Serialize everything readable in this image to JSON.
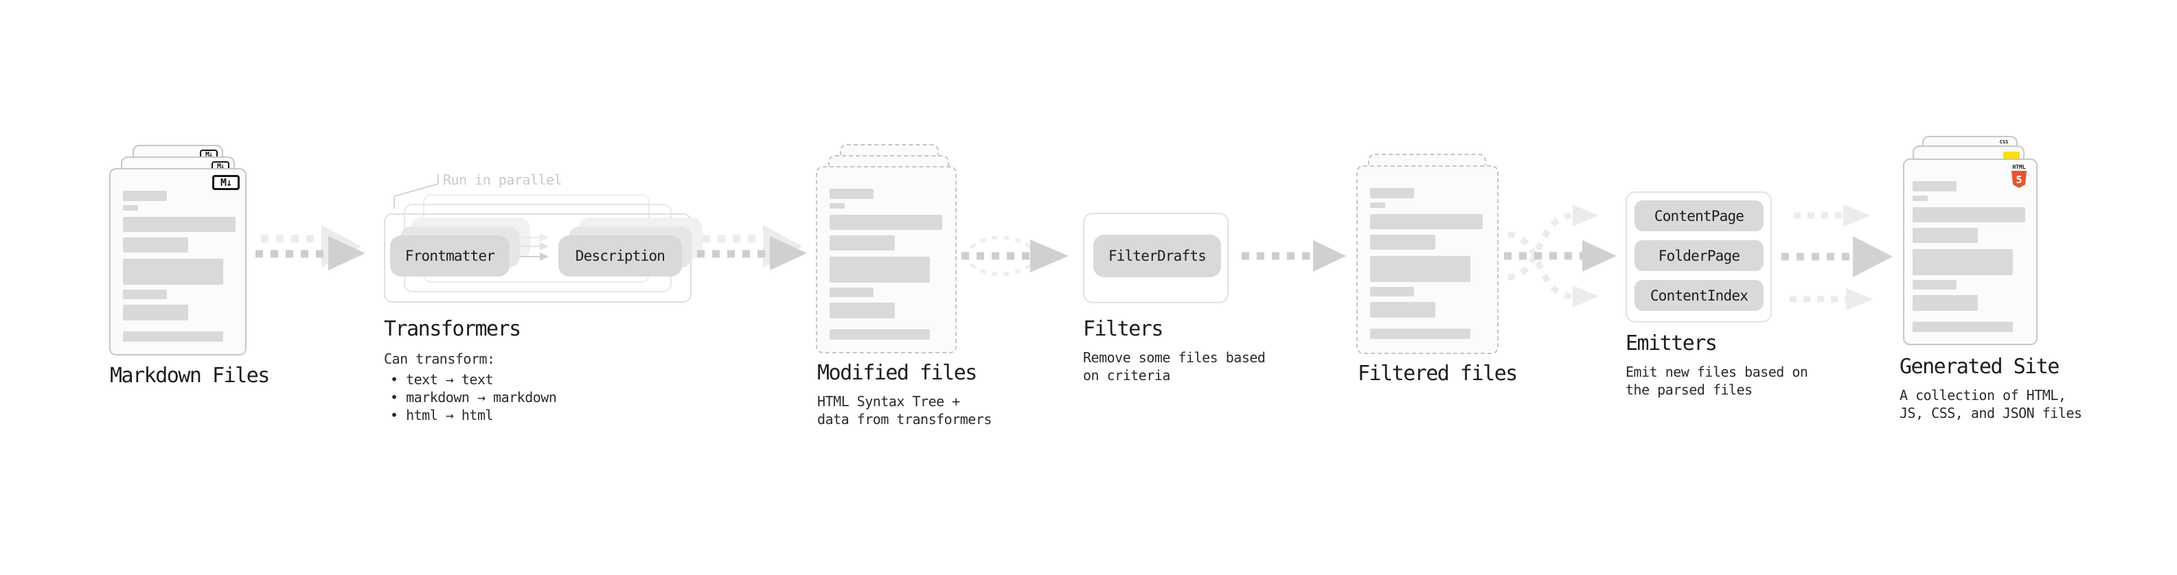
{
  "sections": {
    "markdown": {
      "title": "Markdown Files"
    },
    "transformers": {
      "title": "Transformers",
      "note": "Run in parallel",
      "pill_left": "Frontmatter",
      "pill_right": "Description",
      "caption": "Can transform:",
      "bullets": [
        "• text → text",
        "• markdown → markdown",
        "• html → html"
      ]
    },
    "modified": {
      "title": "Modified files",
      "caption1": "HTML Syntax Tree +",
      "caption2": "data from transformers"
    },
    "filters": {
      "title": "Filters",
      "pill": "FilterDrafts",
      "caption1": "Remove some files based",
      "caption2": "on criteria"
    },
    "filtered": {
      "title": "Filtered files"
    },
    "emitters": {
      "title": "Emitters",
      "pills": [
        "ContentPage",
        "FolderPage",
        "ContentIndex"
      ],
      "caption1": "Emit new files based on",
      "caption2": "the parsed files"
    },
    "generated": {
      "title": "Generated Site",
      "caption1": "A collection of HTML,",
      "caption2": "JS, CSS, and JSON files"
    }
  },
  "icons": {
    "markdown": "M↓",
    "html5_word": "HTML",
    "html5_numeral": "5",
    "css_badge": "CSS"
  },
  "colors": {
    "html5_orange": "#e8542e",
    "js_yellow": "#ffdf00",
    "css_blue": "#2d64f0",
    "skeleton_gray": "#d9d9d9",
    "arrow_dark": "#cdcdcd",
    "arrow_light": "#ececec"
  }
}
